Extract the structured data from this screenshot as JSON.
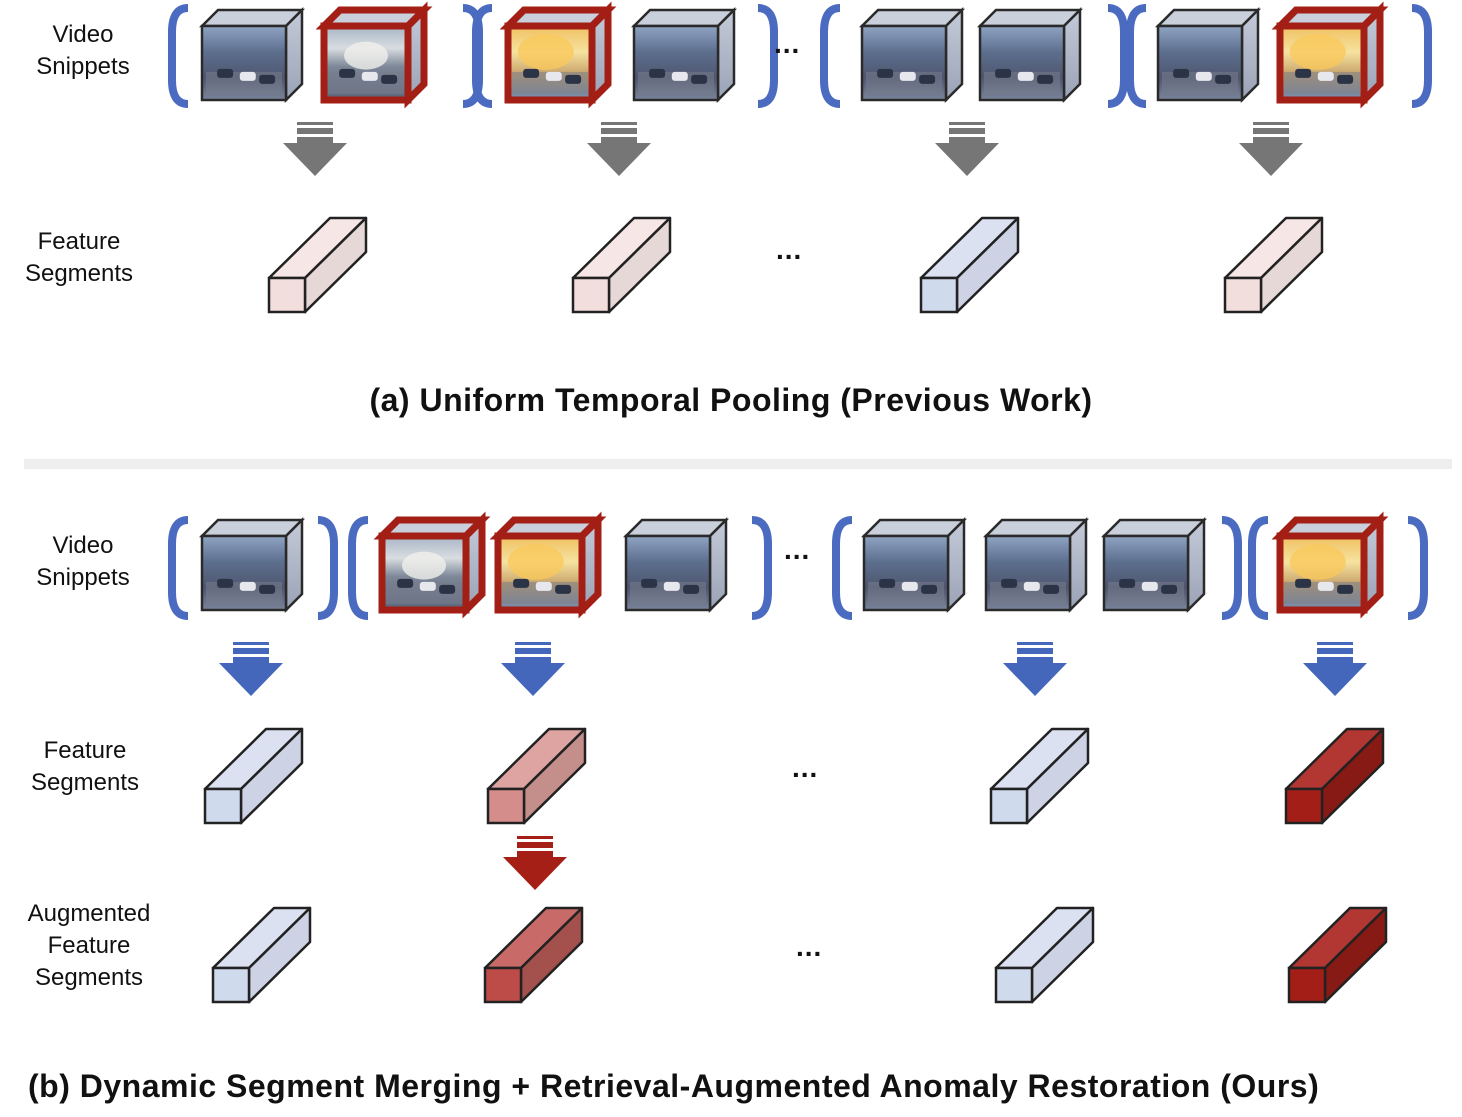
{
  "panel_a": {
    "row_labels": {
      "video": "Video\nSnippets",
      "feature": "Feature\nSegments"
    },
    "ellipsis": "...",
    "title": "(a) Uniform Temporal Pooling  (Previous Work)",
    "groups": [
      {
        "snippets": [
          "normal",
          "anomalous"
        ],
        "feature": "pink"
      },
      {
        "snippets": [
          "anomalous-fire",
          "normal"
        ],
        "feature": "pink"
      },
      {
        "snippets": [
          "normal",
          "normal"
        ],
        "feature": "blue"
      },
      {
        "snippets": [
          "normal",
          "anomalous-fire"
        ],
        "feature": "pink"
      }
    ]
  },
  "panel_b": {
    "row_labels": {
      "video": "Video\nSnippets",
      "feature": "Feature\nSegments",
      "augmented": "Augmented\nFeature\nSegments"
    },
    "ellipsis": "...",
    "title": "(b) Dynamic Segment Merging + Retrieval-Augmented Anomaly Restoration  (Ours)",
    "groups": [
      {
        "snippets": [
          "normal"
        ],
        "feature": "blue",
        "augmented": "blue",
        "restored": false
      },
      {
        "snippets": [
          "anomalous",
          "anomalous-fire",
          "normal"
        ],
        "feature": "light-red",
        "augmented": "mid-red",
        "restored": true
      },
      {
        "snippets": [
          "normal",
          "normal",
          "normal"
        ],
        "feature": "blue",
        "augmented": "blue",
        "restored": false
      },
      {
        "snippets": [
          "anomalous-fire"
        ],
        "feature": "dark-red",
        "augmented": "dark-red",
        "restored": false
      }
    ]
  },
  "colors": {
    "bracket": "#4a6bbf",
    "anomaly_frame": "#a31f16",
    "arrow_gray": "#767676",
    "arrow_blue": "#4467bb",
    "arrow_red": "#a51f16",
    "divider": "#eeeeee"
  },
  "feature_palettes": {
    "pink": {
      "front": "#f3dede",
      "top": "#f6e6e6",
      "side": "#e7d8d8"
    },
    "blue": {
      "front": "#cfdaec",
      "top": "#dbe1f1",
      "side": "#cdd3e4"
    },
    "light-red": {
      "front": "#d48d8b",
      "top": "#dda4a2",
      "side": "#c48e8b"
    },
    "mid-red": {
      "front": "#bd4c48",
      "top": "#c86a67",
      "side": "#a4504d"
    },
    "dark-red": {
      "front": "#a41e18",
      "top": "#b23732",
      "side": "#871a15"
    }
  }
}
